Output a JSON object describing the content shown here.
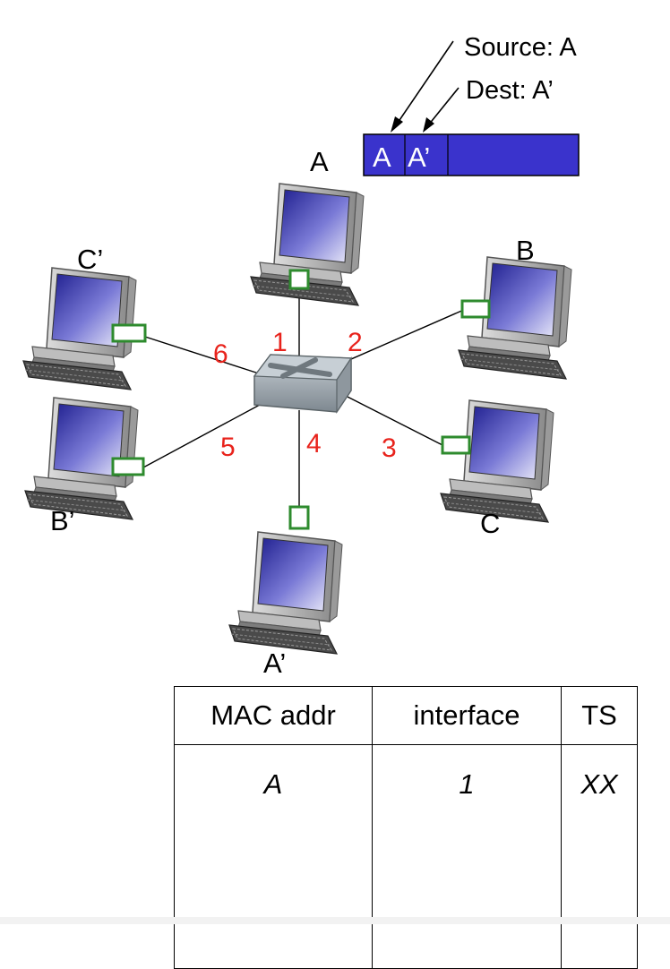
{
  "frame": {
    "source_label": "A",
    "dest_label": "A’",
    "color": "#3a33cc"
  },
  "annotations": {
    "source": "Source: A",
    "dest": "Dest: A’"
  },
  "hosts": {
    "a": "A",
    "b": "B",
    "c": "C",
    "a_prime": "A’",
    "b_prime": "B’",
    "c_prime": "C’"
  },
  "ports": [
    "1",
    "2",
    "3",
    "4",
    "5",
    "6"
  ],
  "colors": {
    "port_label": "#e8231c",
    "adapter": "#2e8b2e",
    "switch": "#a9b2ba"
  },
  "icons": {
    "switch": "switch-icon",
    "host": "desktop-computer-icon"
  },
  "table": {
    "headers": [
      "MAC addr",
      "interface",
      "TS"
    ],
    "rows": [
      [
        "A",
        "1",
        "XX"
      ]
    ]
  }
}
